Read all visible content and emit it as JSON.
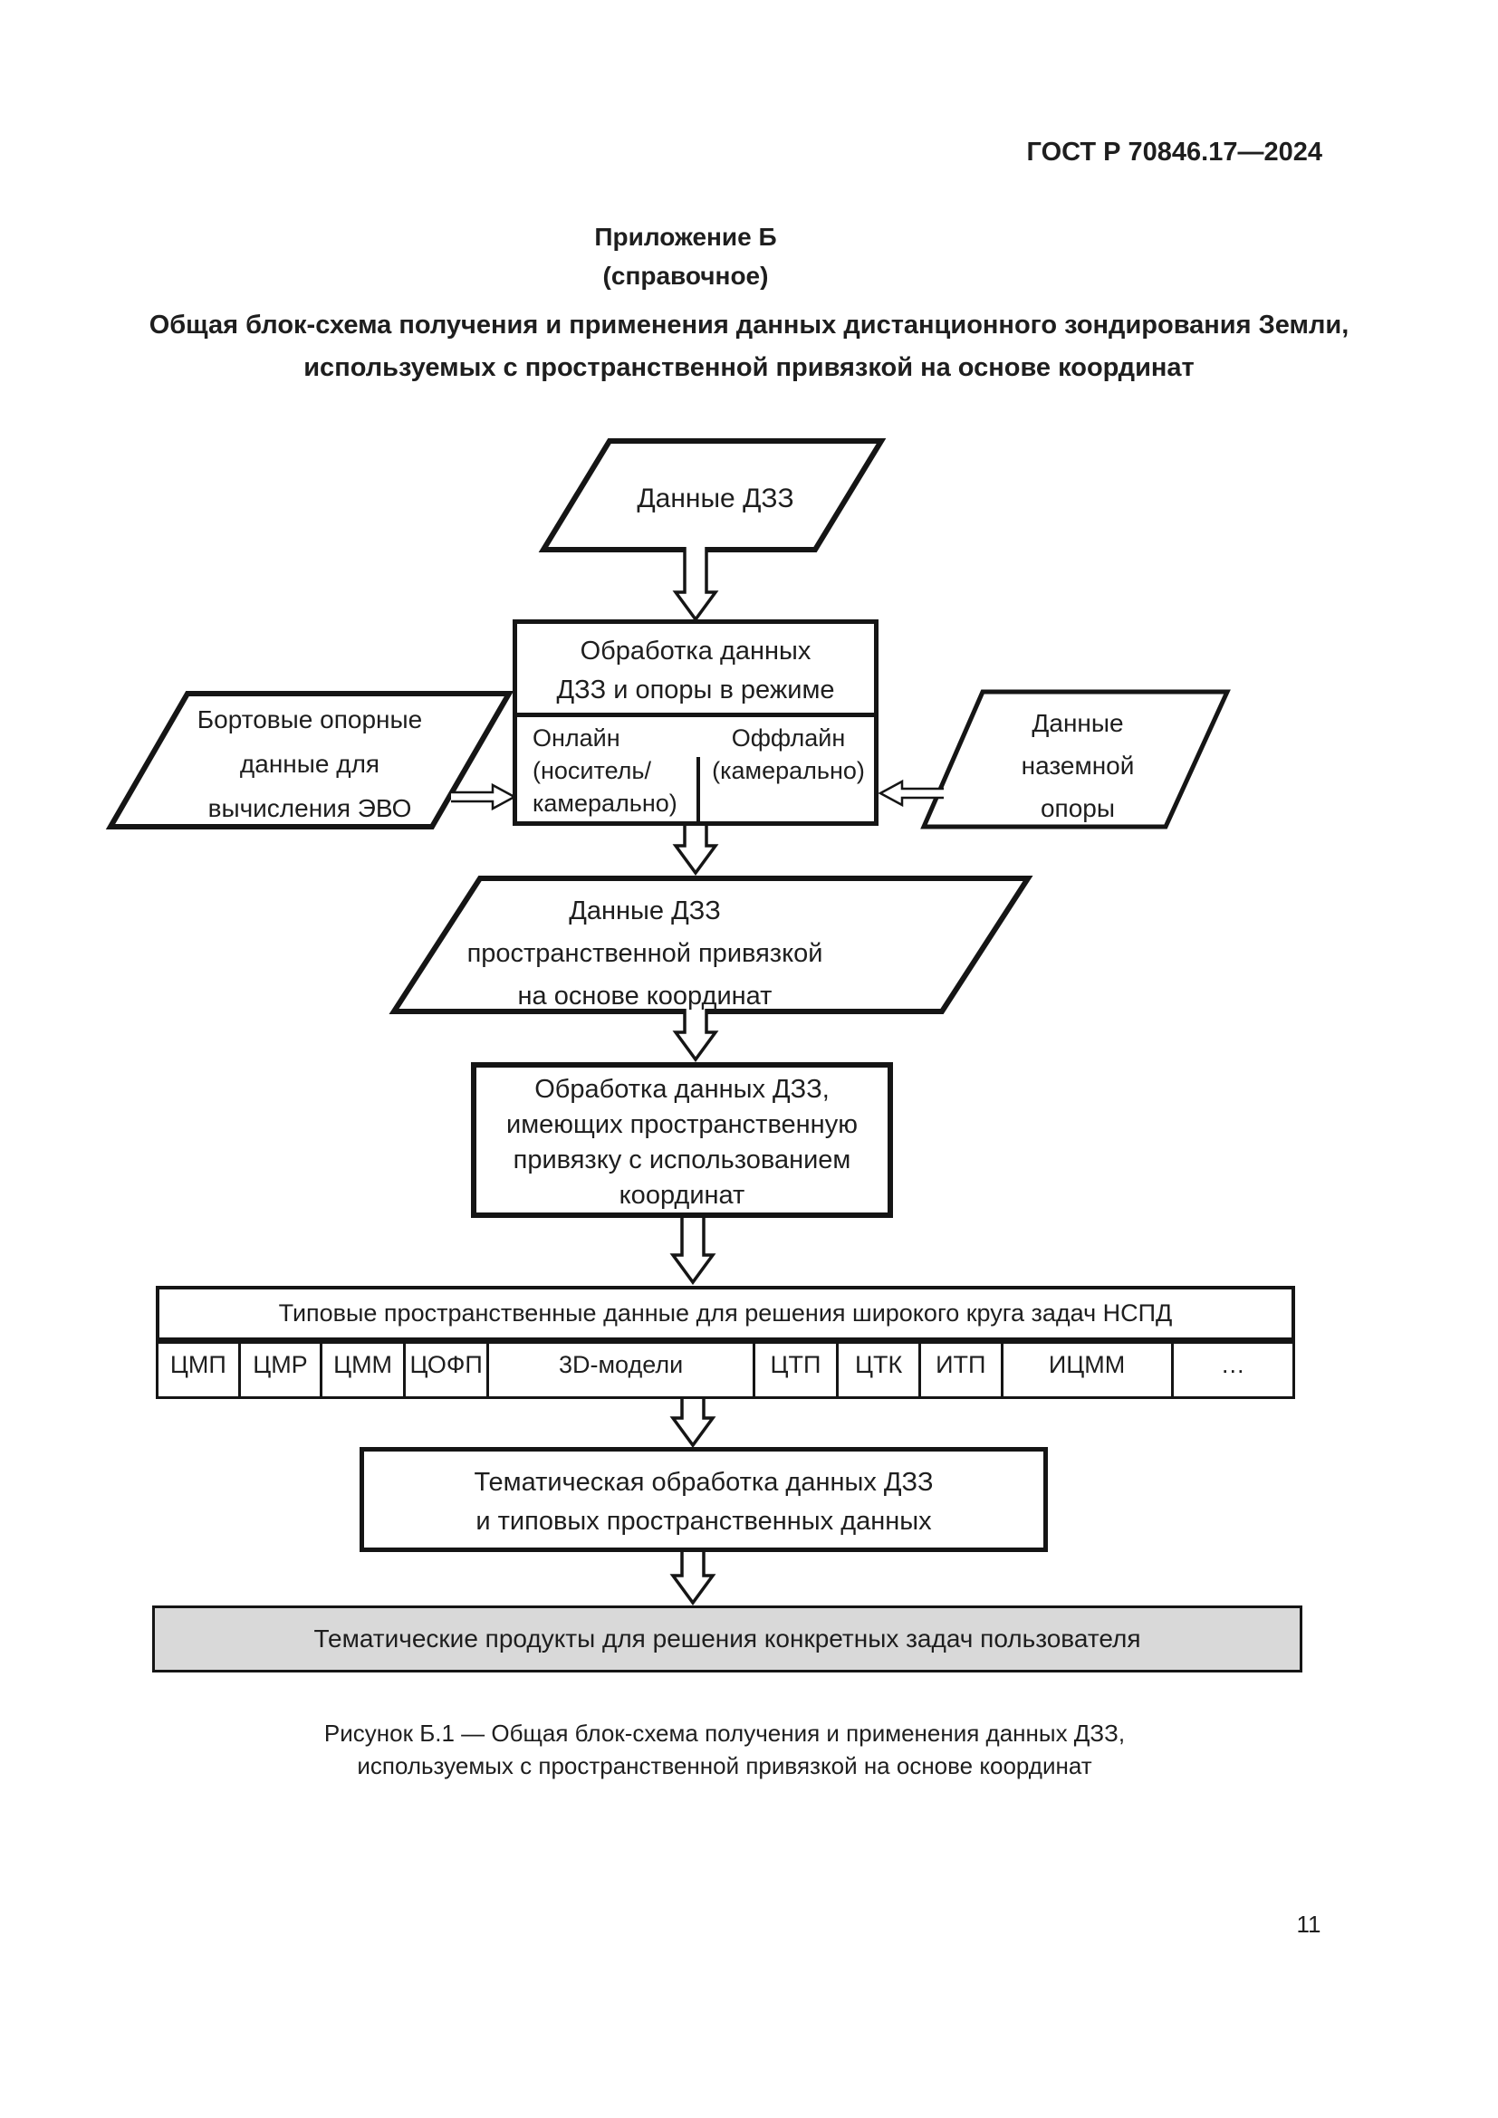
{
  "page": {
    "header": "ГОСТ Р 70846.17—2024",
    "appendix_title": "Приложение Б",
    "appendix_subtitle": "(справочное)",
    "title_line1": "Общая блок-схема получения и применения данных дистанционного зондирования Земли,",
    "title_line2": "используемых с пространственной привязкой на основе координат",
    "page_number": "11"
  },
  "diagram": {
    "dzz_data": "Данные ДЗЗ",
    "processing1": {
      "line1": "Обработка данных",
      "line2": "ДЗЗ и опоры в режиме",
      "online": [
        "Онлайн",
        "(носитель/",
        "камерально)"
      ],
      "offline": [
        "Оффлайн",
        "(камерально)"
      ]
    },
    "onboard": [
      "Бортовые опорные",
      "данные для",
      "вычисления ЭВО"
    ],
    "ground": [
      "Данные",
      "наземной",
      "опоры"
    ],
    "georef": [
      "Данные ДЗЗ",
      "пространственной привязкой",
      "на основе координат"
    ],
    "processing2": [
      "Обработка данных ДЗЗ,",
      "имеющих пространственную",
      "привязку с использованием",
      "координат"
    ],
    "table": {
      "header": "Типовые пространственные данные для решения широкого круга задач НСПД",
      "cells": [
        "ЦМП",
        "ЦМР",
        "ЦММ",
        "ЦОФП",
        "3D-модели",
        "ЦТП",
        "ЦТК",
        "ИТП",
        "ИЦММ",
        "…"
      ]
    },
    "thematic": [
      "Тематическая обработка данных ДЗЗ",
      "и типовых пространственных данных"
    ],
    "products": "Тематические продукты для решения конкретных задач пользователя",
    "caption_line1": "Рисунок Б.1 — Общая блок-схема получения и применения данных ДЗЗ,",
    "caption_line2": "используемых с пространственной привязкой на основе координат",
    "colors": {
      "box_fill": "#ffffff",
      "gray_fill": "#d9d9d9",
      "line": "#151515"
    }
  }
}
